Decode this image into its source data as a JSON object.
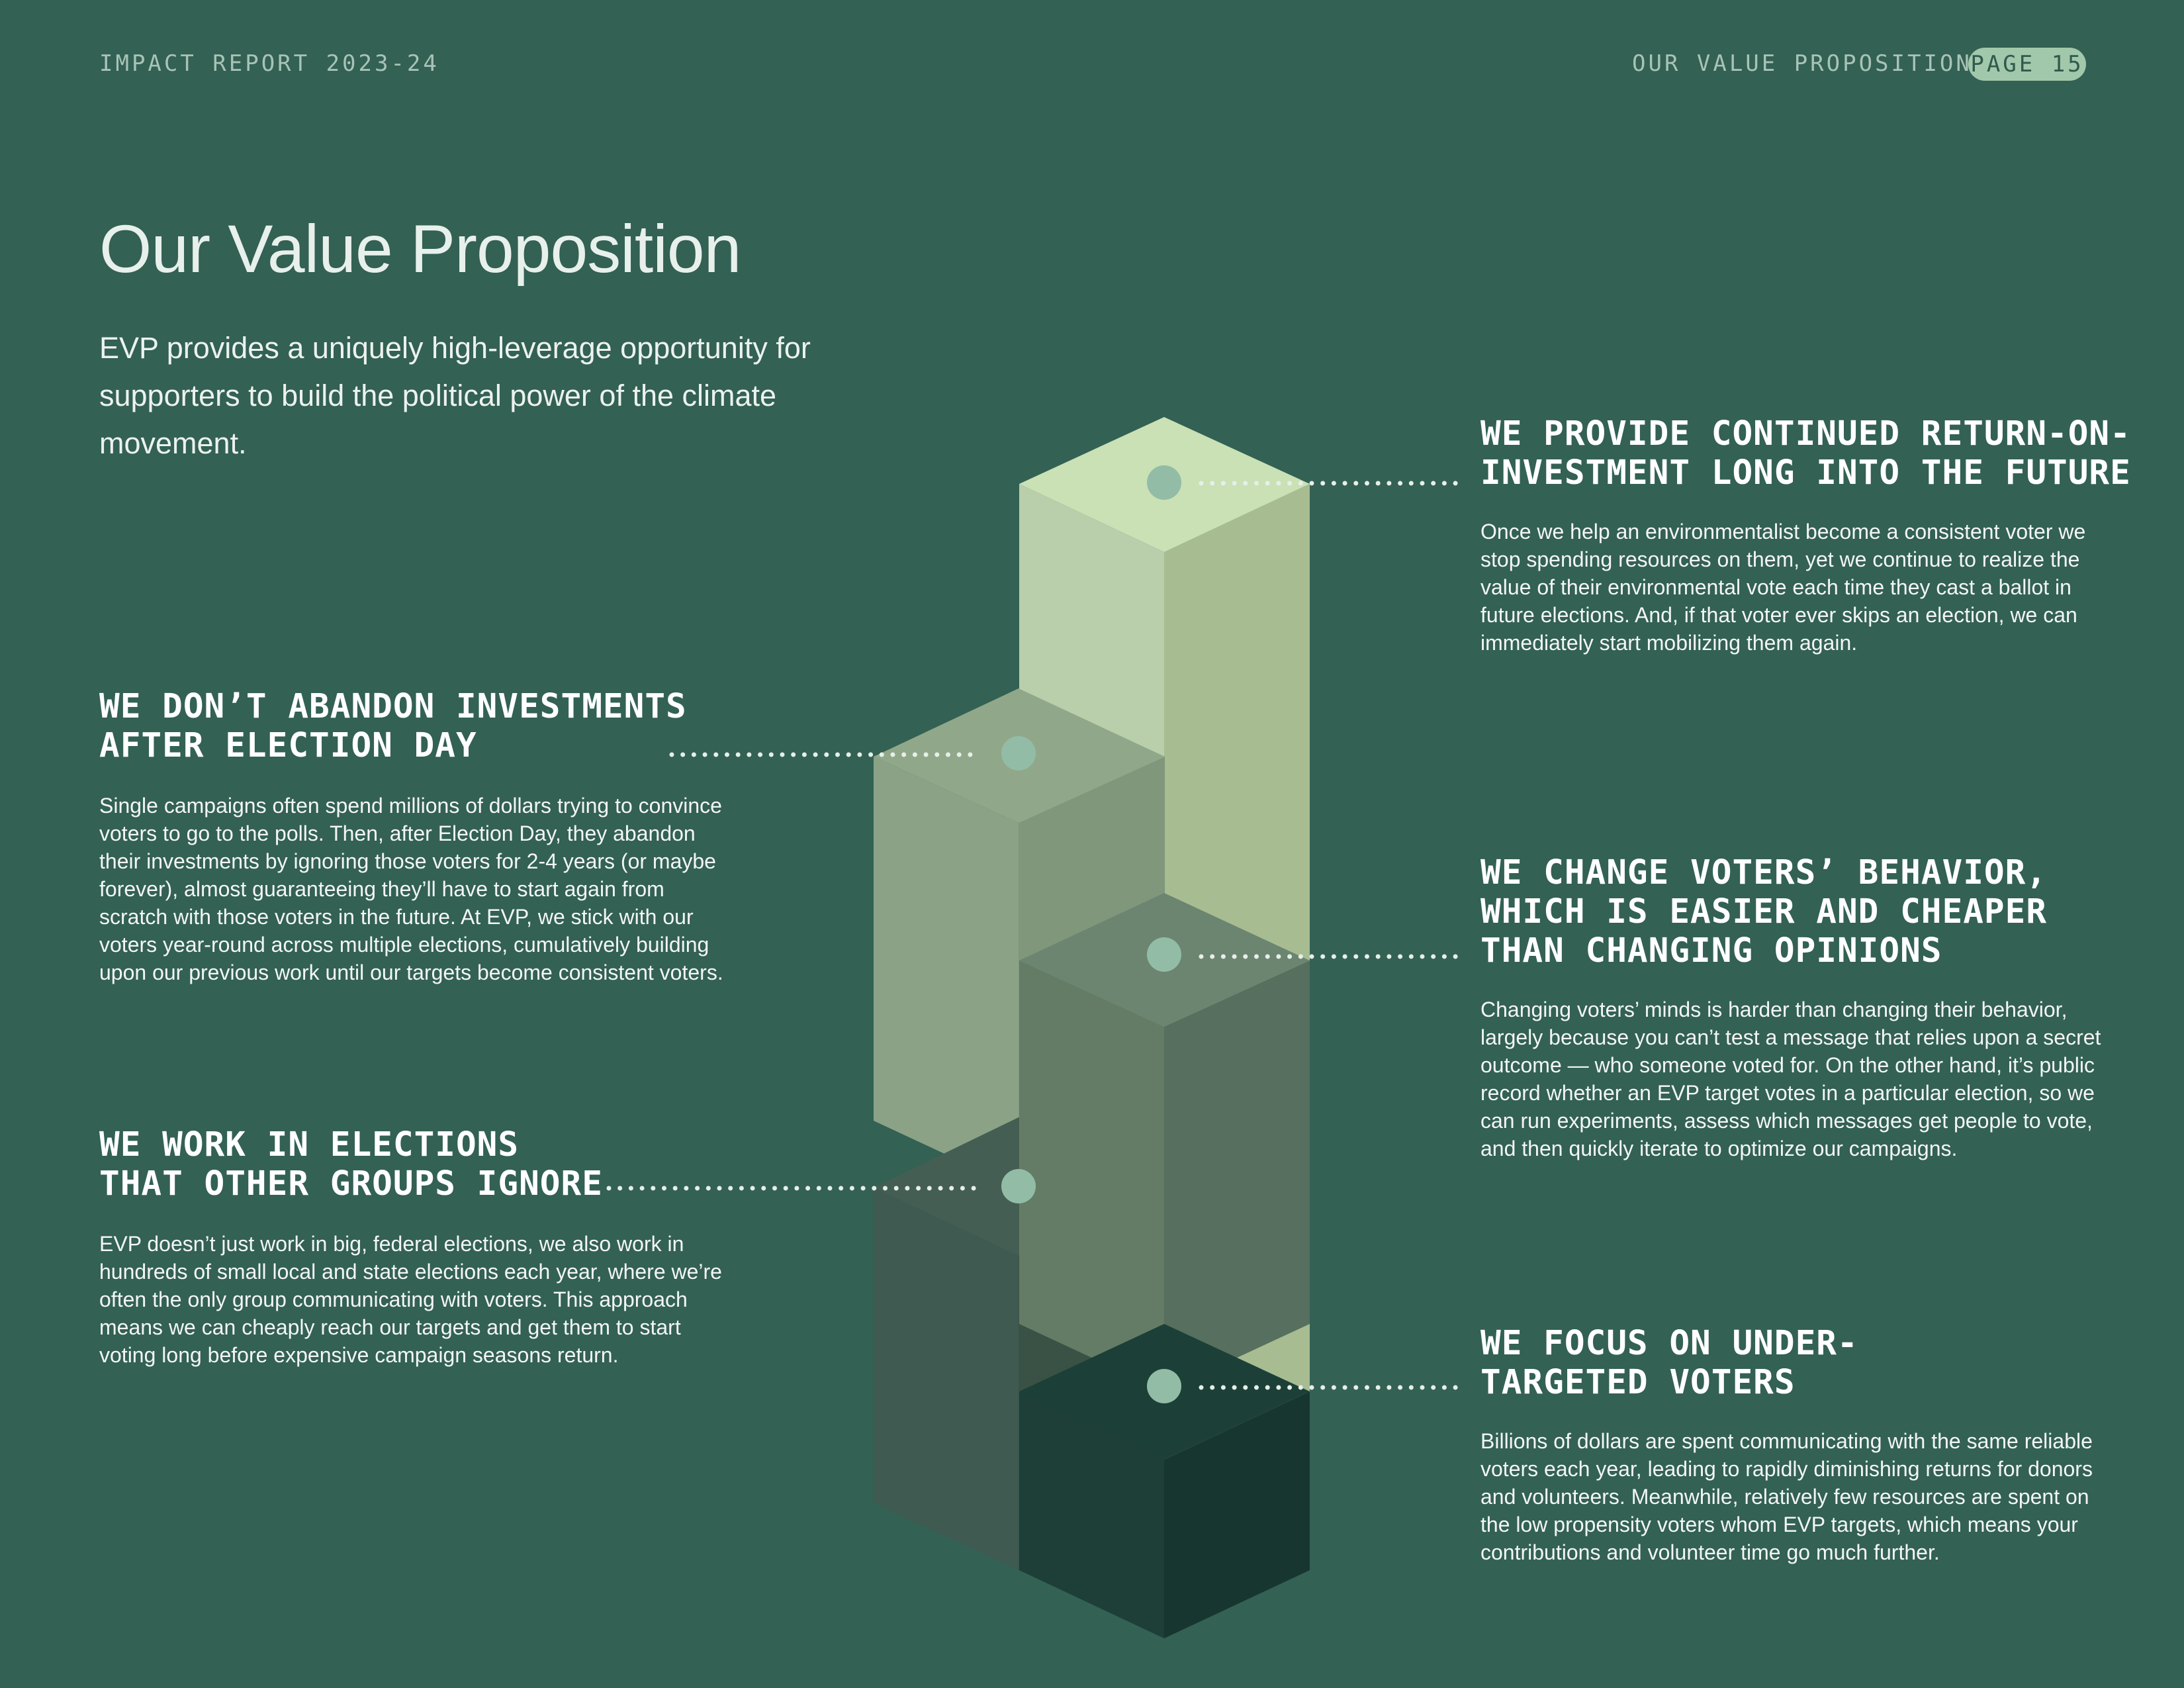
{
  "header": {
    "report_label": "IMPACT REPORT 2023-24",
    "section_label": "OUR VALUE PROPOSITION",
    "page_label": "PAGE 15"
  },
  "title": "Our Value Proposition",
  "intro": "EVP provides a uniquely high-leverage opportunity for supporters to build the political power of the climate movement.",
  "points": [
    {
      "heading": [
        "WE PROVIDE CONTINUED RETURN-ON-",
        "INVESTMENT LONG INTO THE FUTURE"
      ],
      "body": "Once we help an environmentalist become a consistent voter we stop spending resources on them, yet we continue to realize the value of their environmental vote each time they cast a ballot in future elections. And, if that voter ever skips an election, we can immediately start mobilizing them again."
    },
    {
      "heading": [
        "WE DON’T ABANDON INVESTMENTS",
        "AFTER ELECTION DAY"
      ],
      "body": "Single campaigns often spend millions of dollars trying to convince voters to go to the polls. Then, after Election Day, they abandon their investments by ignoring those voters for 2-4 years (or maybe forever), almost guaranteeing they’ll have to start again from scratch with those voters in the future. At EVP, we stick with our voters year-round across multiple elections, cumulatively building upon our previous work until our targets become consistent voters."
    },
    {
      "heading": [
        "WE CHANGE VOTERS’ BEHAVIOR,",
        "WHICH IS EASIER AND CHEAPER",
        "THAN CHANGING OPINIONS"
      ],
      "body": "Changing voters’ minds is harder than changing their behavior, largely because you can’t test a message that relies upon a secret outcome — who someone voted for. On the other hand, it’s public record whether an EVP target votes in a particular election, so we can run experiments, assess which messages get people to vote, and then quickly iterate to optimize our campaigns."
    },
    {
      "heading": [
        "WE WORK IN ELECTIONS",
        "THAT OTHER GROUPS IGNORE"
      ],
      "body": "EVP doesn’t just work in big, federal elections, we also work in hundreds of small local and state elections each year, where we’re often the only group communicating with voters. This approach means we can cheaply reach our targets and get them to start voting long before expensive campaign seasons return."
    },
    {
      "heading": [
        "WE FOCUS ON UNDER-",
        "TARGETED VOTERS"
      ],
      "body": "Billions of dollars are spent communicating with the same reliable voters each year, leading to rapidly diminishing returns for donors and volunteers. Meanwhile, relatively few resources are spent on the low propensity voters whom EVP targets, which means your contributions and volunteer time go much further."
    }
  ],
  "colors": {
    "background": "#336154",
    "badge": "#a2c8ab",
    "marker_dot": "#93bca7"
  }
}
